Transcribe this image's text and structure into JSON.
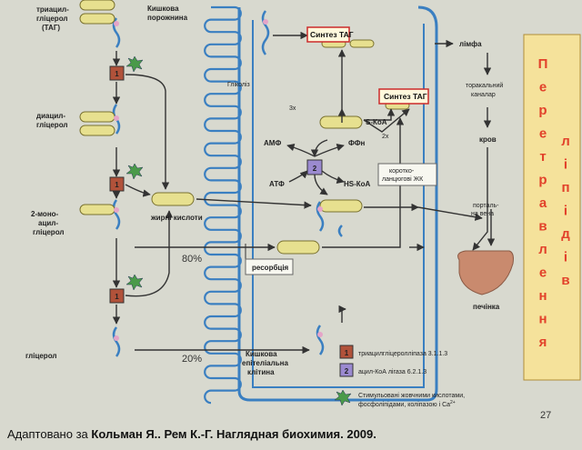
{
  "diagram": {
    "lumen_label": "Кишкова порожнина",
    "tag_label": [
      "триацил-",
      "гліцерол",
      "(ТАГ)"
    ],
    "dag_label": [
      "диацил-",
      "гліцерол"
    ],
    "mag_label": [
      "2-моно-",
      "ацил-",
      "гліцерол"
    ],
    "glycerol_label": "гліцерол",
    "fatty_acids_label": "жирні кислоти",
    "percent_80": "80%",
    "percent_20": "20%",
    "resorption_label": "ресорбція",
    "glicolex_label": "Гліколіз",
    "synth_tag_1": "Синтез ТАГ",
    "synth_tag_2": "Синтез ТАГ",
    "lymph_label": "лімфа",
    "thoracic_label": [
      "торакальний",
      "каналар"
    ],
    "blood_label": "кров",
    "portal_label": [
      "порталь-",
      "на вена"
    ],
    "liver_label": "печінка",
    "short_chain_label": [
      "коротко-",
      "ланцюгові ЖК"
    ],
    "scoa_label": "S-КоА",
    "amp_label": "АМФ",
    "ffn_label": "ФФн",
    "atp_label": "АТФ",
    "hscoa_label": "HS-КоА",
    "x3_label": "3х",
    "x2_label": "2х",
    "cell_label": [
      "Кишкова",
      "епітеліальна",
      "клітина"
    ],
    "enzyme_1_num": "1",
    "enzyme_2_num": "2",
    "legend_1": "триацилгліцеролліпаза 3.1.1.3",
    "legend_2": "ацил-КоА лігаза 6.2.1.3",
    "legend_star": [
      "Стимульовані жовчними кислотами,",
      "фосфоліпідами, коліпазою і Ca"
    ],
    "legend_star_sup": "2+",
    "page_number": "27"
  },
  "side_title": {
    "col1": [
      "П",
      "е",
      "р",
      "е",
      "т",
      "р",
      "а",
      "в",
      "л",
      "е",
      "н",
      "н",
      "я"
    ],
    "col2": [
      "л",
      "і",
      "п",
      "і",
      "д",
      "і",
      "в"
    ]
  },
  "citation": {
    "prefix": "Адаптовано за ",
    "authors": "Кольман Я.. Рем К.-Г. Наглядная биохимия. 2009."
  },
  "colors": {
    "background": "#d8d9cf",
    "capillary": "#3a7fc1",
    "fat_droplet": "#e7e08f",
    "enzyme1": "#b1523a",
    "enzyme2": "#9b8ad0",
    "side_panel": "#f5e29b",
    "side_text": "#e2412a",
    "liver": "#c98a6e",
    "bile_star": "#4a9a4a",
    "synth_box_border": "#cc2b2b"
  }
}
